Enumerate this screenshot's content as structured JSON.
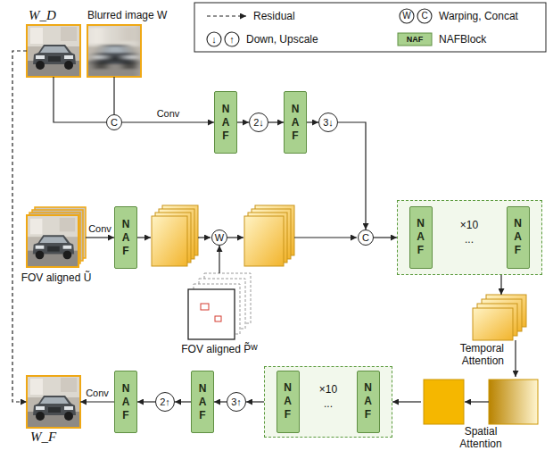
{
  "diagram": {
    "nodes": [
      {
        "text": [
          "W_D"
        ]
      },
      {
        "text": [
          "Blurred image W"
        ]
      },
      {
        "text": [
          "C"
        ]
      },
      {
        "text": [
          "NAF"
        ]
      },
      {
        "text": [
          "2↓"
        ]
      },
      {
        "text": [
          "NAF"
        ]
      },
      {
        "text": [
          "3↓"
        ]
      },
      {
        "text": [
          "FOV aligned Ũ"
        ]
      },
      {
        "text": [
          "NAF"
        ]
      },
      {
        "text": [
          "W"
        ]
      },
      {
        "text": [
          "FOV aligned P̃ᵂ"
        ]
      },
      {
        "text": [
          "C"
        ]
      },
      {
        "text": [
          "×10",
          "..."
        ]
      },
      {
        "text": [
          "NAF"
        ],
        "in": 12
      },
      {
        "text": [
          "NAF"
        ],
        "in": 12
      },
      {
        "text": [
          "Temporal Attention"
        ]
      },
      {
        "text": [
          "Spatial Attention"
        ]
      },
      {
        "text": [
          "×10",
          "..."
        ]
      },
      {
        "text": [
          "NAF"
        ],
        "in": 17
      },
      {
        "text": [
          "NAF"
        ],
        "in": 17
      },
      {
        "text": [
          "3↑"
        ]
      },
      {
        "text": [
          "NAF"
        ]
      },
      {
        "text": [
          "2↑"
        ]
      },
      {
        "text": [
          "NAF"
        ]
      },
      {
        "text": [
          "W_F"
        ]
      }
    ],
    "edges": [
      {
        "from": 0,
        "to": 2,
        "arrow": "none"
      },
      {
        "from": 1,
        "to": 2,
        "arrow": "none"
      },
      {
        "from": 2,
        "to": 3,
        "label": "Conv",
        "arrow": "to"
      },
      {
        "from": 3,
        "to": 4,
        "arrow": "to"
      },
      {
        "from": 4,
        "to": 5,
        "arrow": "to"
      },
      {
        "from": 5,
        "to": 6,
        "arrow": "to"
      },
      {
        "from": 6,
        "to": 11,
        "arrow": "to"
      },
      {
        "from": 7,
        "to": 8,
        "label": "Conv",
        "arrow": "to"
      },
      {
        "from": 10,
        "to": 9,
        "arrow": "to"
      },
      {
        "from": 11,
        "to": 12,
        "arrow": "to"
      },
      {
        "from": 12,
        "to": 15,
        "arrow": "to"
      },
      {
        "from": 15,
        "to": 16,
        "arrow": "to"
      },
      {
        "from": 16,
        "to": 17,
        "arrow": "to"
      },
      {
        "from": 17,
        "to": 20,
        "arrow": "to"
      },
      {
        "from": 20,
        "to": 21,
        "arrow": "to"
      },
      {
        "from": 21,
        "to": 22,
        "arrow": "to"
      },
      {
        "from": 22,
        "to": 23,
        "arrow": "to"
      },
      {
        "from": 23,
        "to": 24,
        "label": "Conv",
        "arrow": "to"
      },
      {
        "from": 0,
        "to": 24,
        "arrow": "to"
      }
    ],
    "labels": [
      "W",
      "C",
      "↓",
      "↑",
      "NAF"
    ],
    "legend": [
      {
        "text": "Residual"
      },
      {
        "text": "Warping, Concat"
      },
      {
        "text": "Down, Upscale"
      },
      {
        "text": "NAFBlock"
      }
    ]
  }
}
